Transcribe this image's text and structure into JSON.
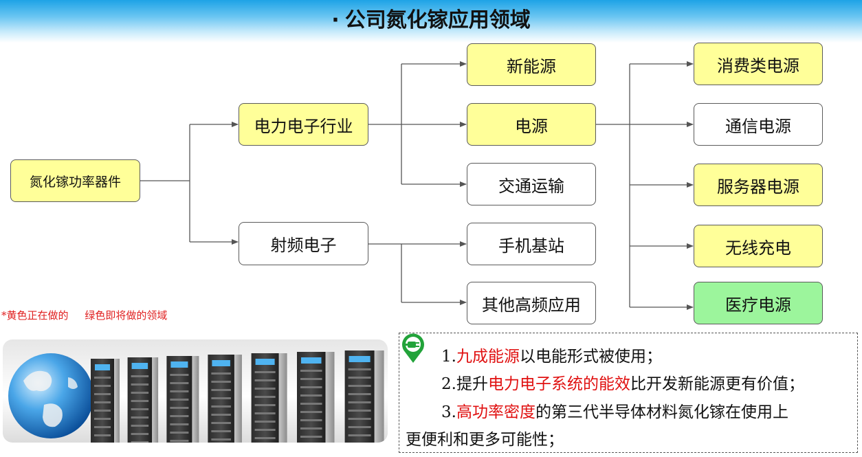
{
  "title": "公司氮化镓应用领域",
  "title_bullet": "·",
  "nodes": {
    "root": "氮化镓功率器件",
    "power_electronics": "电力电子行业",
    "rf_electronics": "射频电子",
    "new_energy": "新能源",
    "power_supply": "电源",
    "transport": "交通运输",
    "base_station": "手机基站",
    "other_hf": "其他高频应用",
    "consumer_power": "消费类电源",
    "telecom_power": "通信电源",
    "server_power": "服务器电源",
    "wireless_charging": "无线充电",
    "medical_power": "医疗电源"
  },
  "legend_note": "*黄色正在做的     绿色即将做的领域",
  "colors": {
    "yellow": "#ffff99",
    "green": "#9cf59c",
    "red": "#e01010",
    "header": "#1ea3e6"
  },
  "points": {
    "p1_num": "1.",
    "p1_red": "九成能源",
    "p1_rest": "以电能形式被使用；",
    "p2_num": "2.",
    "p2_pre": "提升",
    "p2_red": "电力电子系统的能效",
    "p2_rest": "比开发新能源更有价值；",
    "p3_num": "3.",
    "p3_red": "高功率密度",
    "p3_rest": "的第三代半导体材料氮化镓在使用上",
    "p3_cont": "更便利和更多可能性；"
  },
  "icons": {
    "plug": "plug-icon",
    "globe": "globe-icon",
    "servers": "server-rack-icon"
  }
}
